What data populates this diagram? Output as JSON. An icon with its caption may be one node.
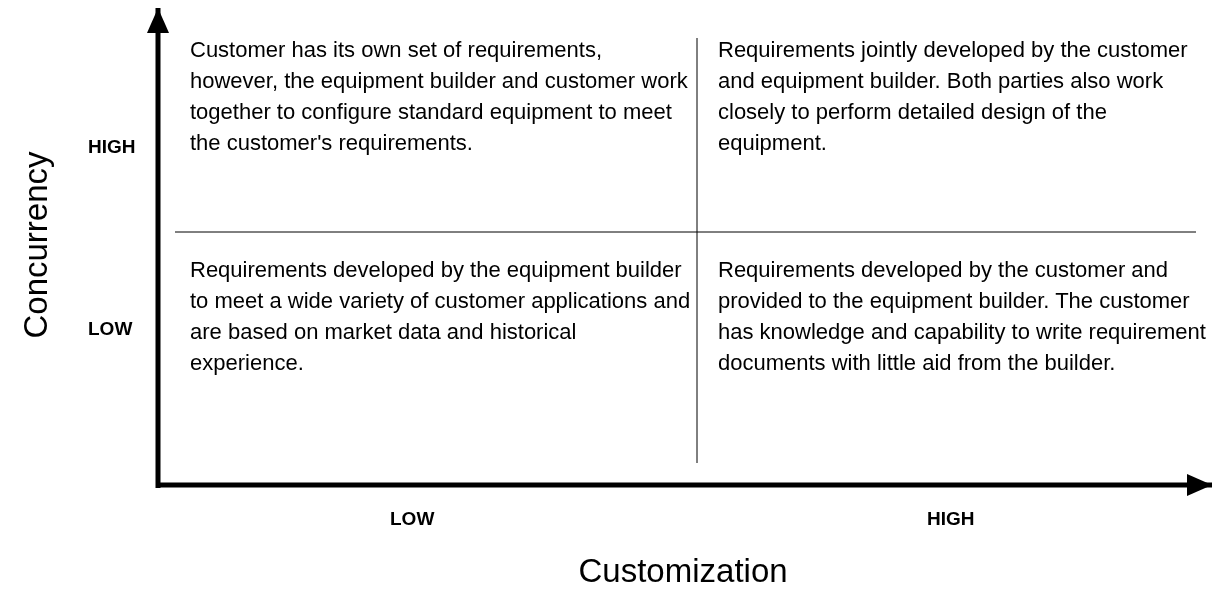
{
  "diagram": {
    "labels": [
      "Concurrency",
      "HIGH",
      "Customer has its own set of requirements, however, the equipment builder and customer work together to configure standard equipment to meet the customer's requirements.",
      "Requirements jointly developed by the customer and equipment builder. Both parties also work closely to perform detailed design of the equipment.",
      "LOW",
      "Requirements developed by the equipment builder to meet a wide variety of customer applications and are based on market data and historical experience.",
      "Requirements developed by the customer and provided to the equipment builder. The customer has knowledge and capability to write requirement documents with little aid from the builder.",
      "LOW",
      "HIGH",
      "Customization"
    ]
  }
}
